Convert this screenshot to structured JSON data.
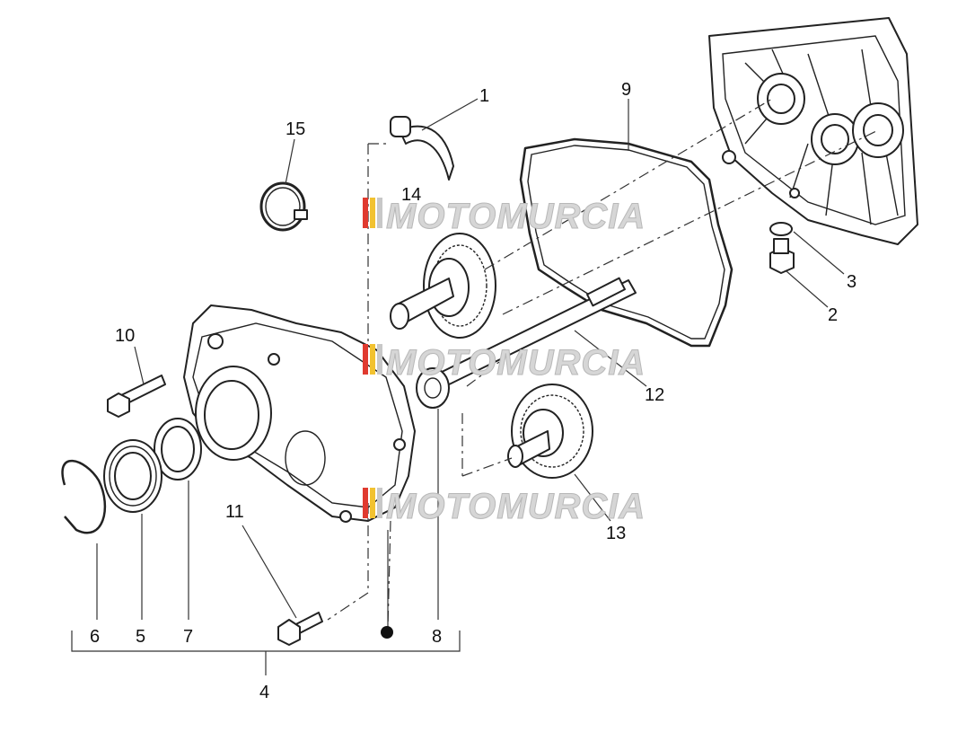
{
  "diagram": {
    "callouts": [
      "1",
      "2",
      "3",
      "4",
      "5",
      "6",
      "7",
      "8",
      "9",
      "10",
      "11",
      "12",
      "13",
      "15"
    ],
    "obscured_callout": "14",
    "watermark": "MOTOMURCIA",
    "watermark_colors": {
      "red": "#e03a2f",
      "yellow": "#f2c230",
      "gray": "#c8c8c8"
    }
  }
}
